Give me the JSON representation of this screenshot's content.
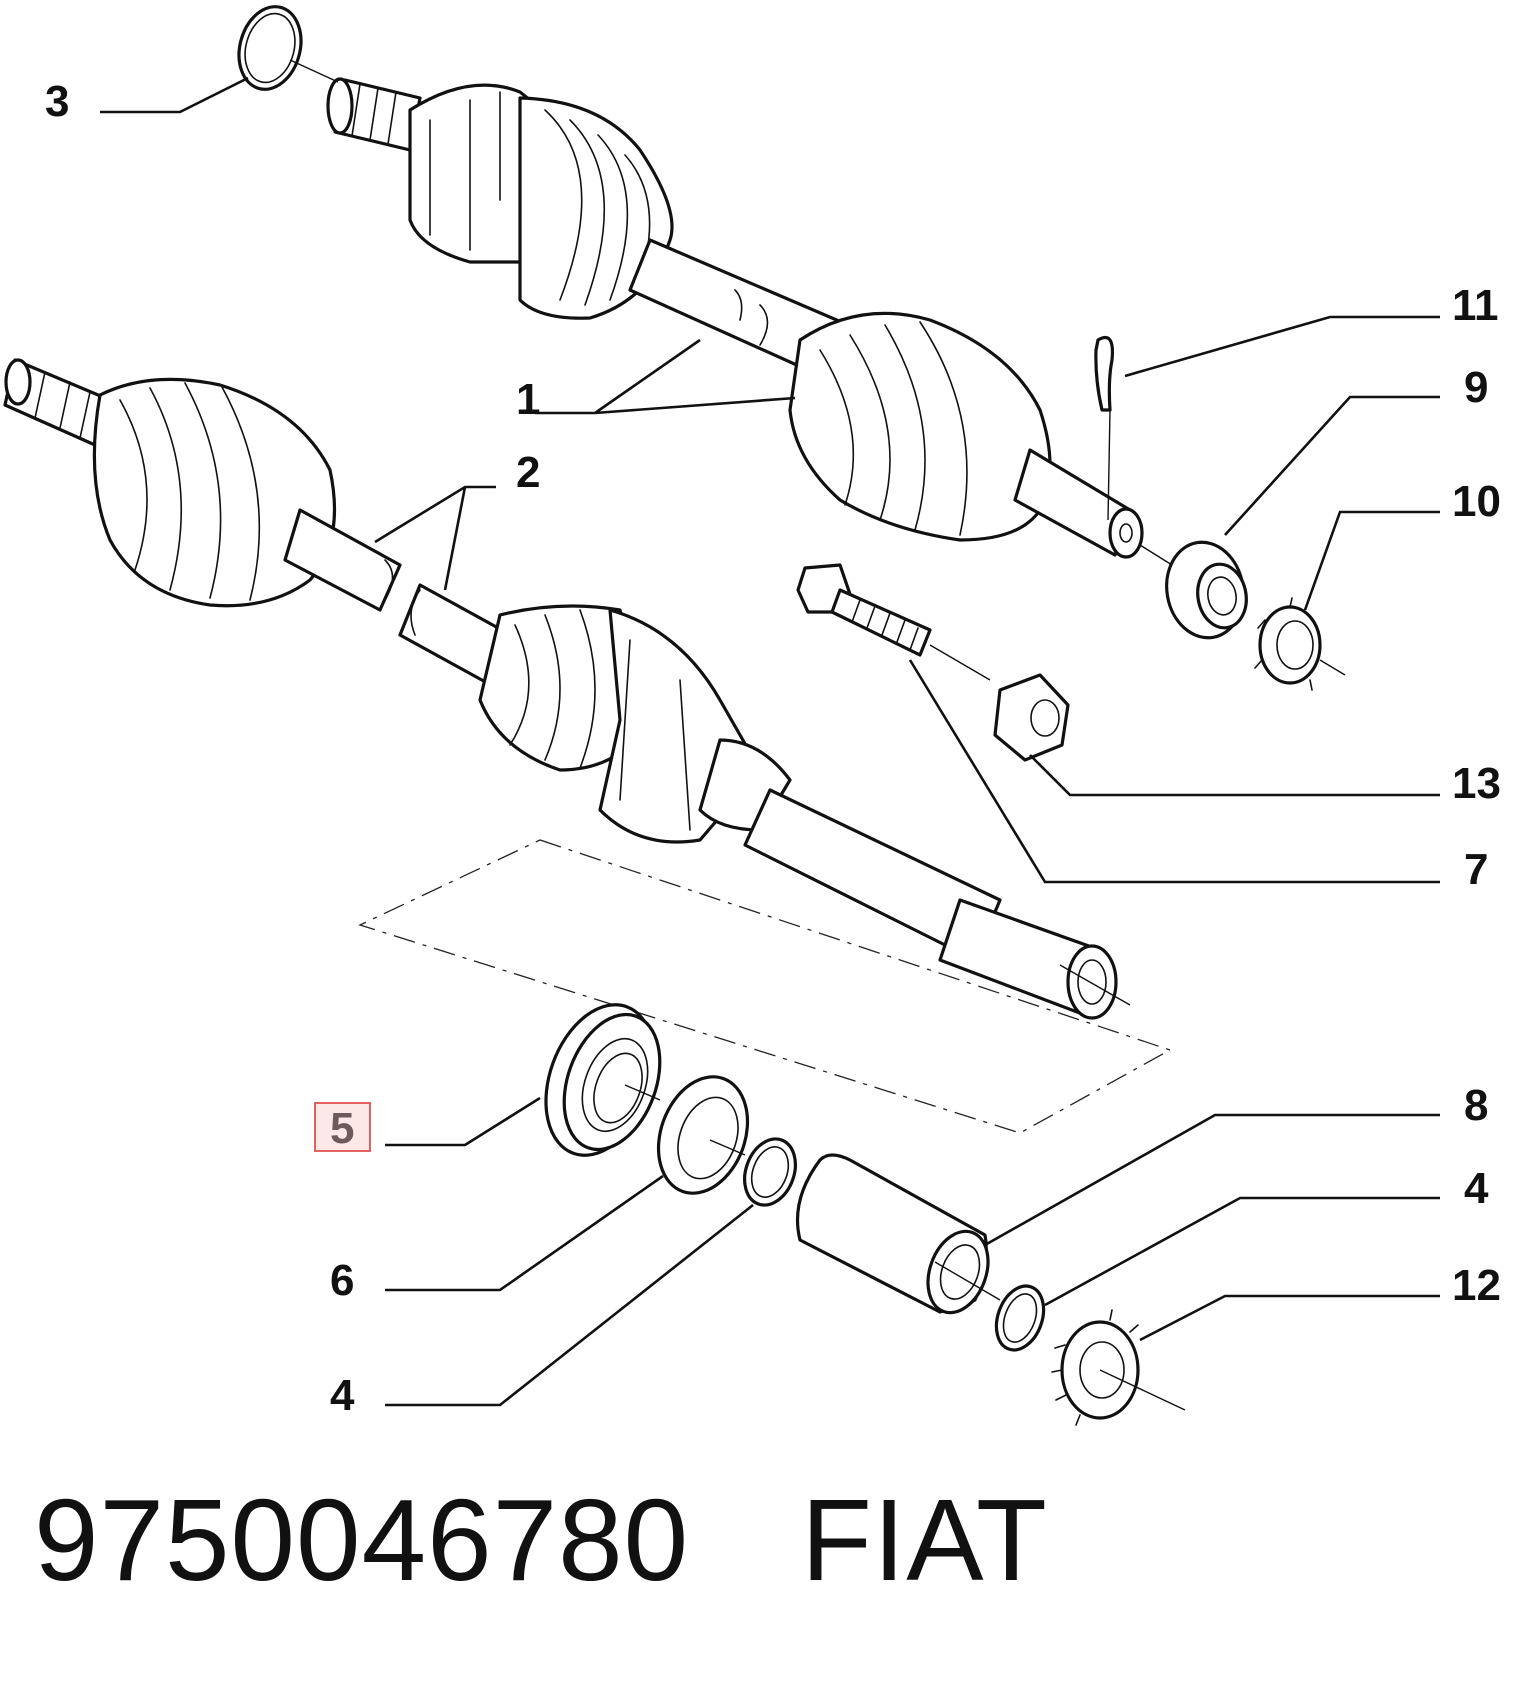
{
  "callouts": [
    {
      "id": "c3",
      "text": "3"
    },
    {
      "id": "c1",
      "text": "1"
    },
    {
      "id": "c2",
      "text": "2"
    },
    {
      "id": "c11",
      "text": "11"
    },
    {
      "id": "c9",
      "text": "9"
    },
    {
      "id": "c10",
      "text": "10"
    },
    {
      "id": "c13",
      "text": "13"
    },
    {
      "id": "c7",
      "text": "7"
    },
    {
      "id": "c5",
      "text": "5",
      "highlighted": true
    },
    {
      "id": "c8",
      "text": "8"
    },
    {
      "id": "c4a",
      "text": "4"
    },
    {
      "id": "c6",
      "text": "6"
    },
    {
      "id": "c12",
      "text": "12"
    },
    {
      "id": "c4b",
      "text": "4"
    }
  ],
  "footer": {
    "part_number": "9750046780",
    "brand": "FIAT"
  },
  "colors": {
    "line": "#111111",
    "highlight_border": "#e05050",
    "highlight_fill": "#fde8e8",
    "highlight_text": "#6e5a5a"
  }
}
